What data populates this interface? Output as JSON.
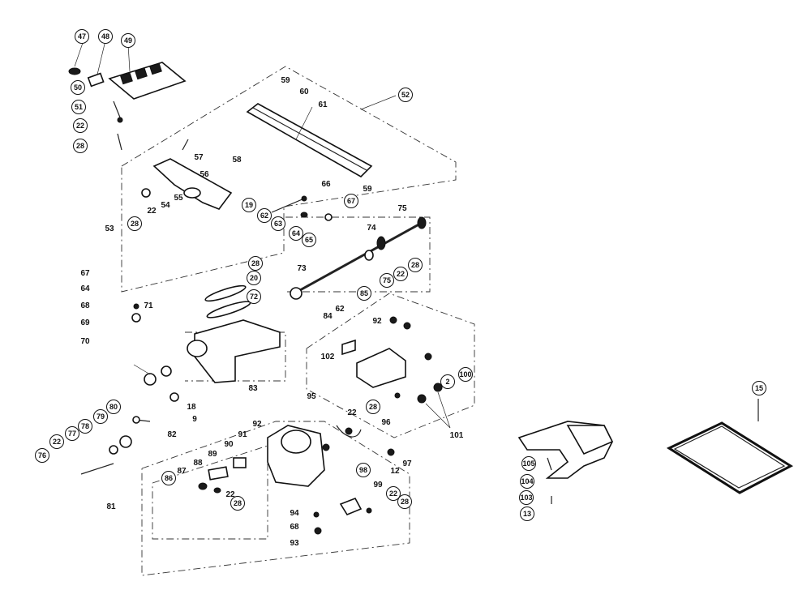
{
  "labels": [
    {
      "id": "l47",
      "text": "47",
      "circled": true
    },
    {
      "id": "l48",
      "text": "48",
      "circled": true
    },
    {
      "id": "l49",
      "text": "49",
      "circled": true
    },
    {
      "id": "l50",
      "text": "50",
      "circled": true
    },
    {
      "id": "l51",
      "text": "51",
      "circled": true
    },
    {
      "id": "l22a",
      "text": "22",
      "circled": true
    },
    {
      "id": "l28a",
      "text": "28",
      "circled": true
    },
    {
      "id": "l59",
      "text": "59",
      "circled": false
    },
    {
      "id": "l60",
      "text": "60",
      "circled": false
    },
    {
      "id": "l61",
      "text": "61",
      "circled": false
    },
    {
      "id": "l52",
      "text": "52",
      "circled": true
    },
    {
      "id": "l57",
      "text": "57",
      "circled": false
    },
    {
      "id": "l58",
      "text": "58",
      "circled": false
    },
    {
      "id": "l56",
      "text": "56",
      "circled": false
    },
    {
      "id": "l55",
      "text": "55",
      "circled": false
    },
    {
      "id": "l66",
      "text": "66",
      "circled": false
    },
    {
      "id": "l59b",
      "text": "59",
      "circled": false
    },
    {
      "id": "l19",
      "text": "19",
      "circled": true
    },
    {
      "id": "l62",
      "text": "62",
      "circled": true
    },
    {
      "id": "l63",
      "text": "63",
      "circled": true
    },
    {
      "id": "l67a",
      "text": "67",
      "circled": true
    },
    {
      "id": "l64a",
      "text": "64",
      "circled": true
    },
    {
      "id": "l65",
      "text": "65",
      "circled": true
    },
    {
      "id": "l22b",
      "text": "22",
      "circled": false
    },
    {
      "id": "l54",
      "text": "54",
      "circled": false
    },
    {
      "id": "l28b",
      "text": "28",
      "circled": true
    },
    {
      "id": "l53",
      "text": "53",
      "circled": false
    },
    {
      "id": "l75a",
      "text": "75",
      "circled": false
    },
    {
      "id": "l74",
      "text": "74",
      "circled": false
    },
    {
      "id": "l28c",
      "text": "28",
      "circled": true
    },
    {
      "id": "l73",
      "text": "73",
      "circled": false
    },
    {
      "id": "l22c",
      "text": "22",
      "circled": true
    },
    {
      "id": "l75b",
      "text": "75",
      "circled": true
    },
    {
      "id": "l85",
      "text": "85",
      "circled": true
    },
    {
      "id": "l84",
      "text": "84",
      "circled": false
    },
    {
      "id": "l62b",
      "text": "62",
      "circled": false
    },
    {
      "id": "l67b",
      "text": "67",
      "circled": false
    },
    {
      "id": "l64b",
      "text": "64",
      "circled": false
    },
    {
      "id": "l68",
      "text": "68",
      "circled": false
    },
    {
      "id": "l69",
      "text": "69",
      "circled": false
    },
    {
      "id": "l70",
      "text": "70",
      "circled": false
    },
    {
      "id": "l71",
      "text": "71",
      "circled": false
    },
    {
      "id": "l28d",
      "text": "28",
      "circled": true
    },
    {
      "id": "l20",
      "text": "20",
      "circled": true
    },
    {
      "id": "l72",
      "text": "72",
      "circled": true
    },
    {
      "id": "l83",
      "text": "83",
      "circled": false
    },
    {
      "id": "l18",
      "text": "18",
      "circled": false
    },
    {
      "id": "l9",
      "text": "9",
      "circled": false
    },
    {
      "id": "l82",
      "text": "82",
      "circled": false
    },
    {
      "id": "l80",
      "text": "80",
      "circled": true
    },
    {
      "id": "l79",
      "text": "79",
      "circled": true
    },
    {
      "id": "l78",
      "text": "78",
      "circled": true
    },
    {
      "id": "l77",
      "text": "77",
      "circled": true
    },
    {
      "id": "l22d",
      "text": "22",
      "circled": true
    },
    {
      "id": "l76",
      "text": "76",
      "circled": true
    },
    {
      "id": "l81",
      "text": "81",
      "circled": false
    },
    {
      "id": "l102",
      "text": "102",
      "circled": false
    },
    {
      "id": "l92",
      "text": "92",
      "circled": false
    },
    {
      "id": "l95",
      "text": "95",
      "circled": false
    },
    {
      "id": "l22e",
      "text": "22",
      "circled": false
    },
    {
      "id": "l28e",
      "text": "28",
      "circled": true
    },
    {
      "id": "l96",
      "text": "96",
      "circled": false
    },
    {
      "id": "l2",
      "text": "2",
      "circled": true
    },
    {
      "id": "l100",
      "text": "100",
      "circled": true
    },
    {
      "id": "l101",
      "text": "101",
      "circled": false
    },
    {
      "id": "l97",
      "text": "97",
      "circled": false
    },
    {
      "id": "l91",
      "text": "91",
      "circled": false
    },
    {
      "id": "l92b",
      "text": "92",
      "circled": false
    },
    {
      "id": "l90",
      "text": "90",
      "circled": false
    },
    {
      "id": "l89",
      "text": "89",
      "circled": false
    },
    {
      "id": "l88",
      "text": "88",
      "circled": false
    },
    {
      "id": "l87",
      "text": "87",
      "circled": false
    },
    {
      "id": "l86",
      "text": "86",
      "circled": true
    },
    {
      "id": "l22f",
      "text": "22",
      "circled": false
    },
    {
      "id": "l28f",
      "text": "28",
      "circled": true
    },
    {
      "id": "l98",
      "text": "98",
      "circled": true
    },
    {
      "id": "l12",
      "text": "12",
      "circled": false
    },
    {
      "id": "l99",
      "text": "99",
      "circled": false
    },
    {
      "id": "l22g",
      "text": "22",
      "circled": true
    },
    {
      "id": "l28g",
      "text": "28",
      "circled": true
    },
    {
      "id": "l94",
      "text": "94",
      "circled": false
    },
    {
      "id": "l68b",
      "text": "68",
      "circled": false
    },
    {
      "id": "l93",
      "text": "93",
      "circled": false
    },
    {
      "id": "l15",
      "text": "15",
      "circled": true
    },
    {
      "id": "l105",
      "text": "105",
      "circled": true
    },
    {
      "id": "l104",
      "text": "104",
      "circled": true
    },
    {
      "id": "l103",
      "text": "103",
      "circled": true
    },
    {
      "id": "l13",
      "text": "13",
      "circled": true
    }
  ]
}
